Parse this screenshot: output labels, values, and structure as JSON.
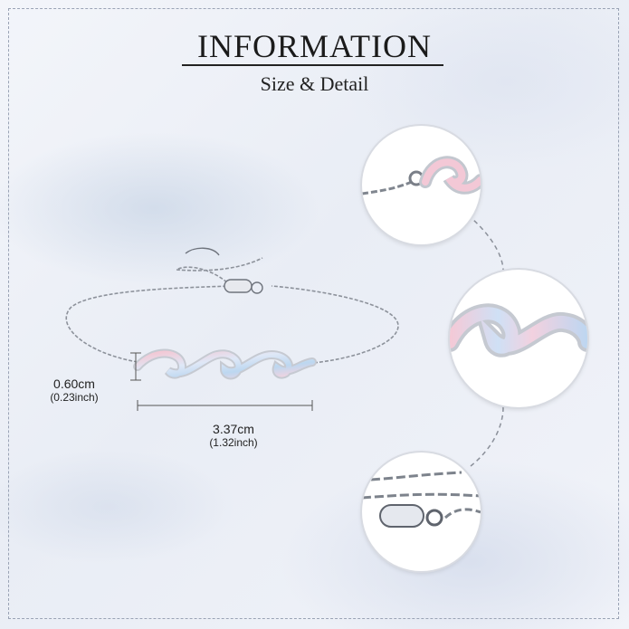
{
  "header": {
    "title": "INFORMATION",
    "subtitle": "Size & Detail"
  },
  "dimensions": {
    "height_cm": "0.60cm",
    "height_in": "(0.23inch)",
    "width_cm": "3.37cm",
    "width_in": "(1.32inch)"
  }
}
